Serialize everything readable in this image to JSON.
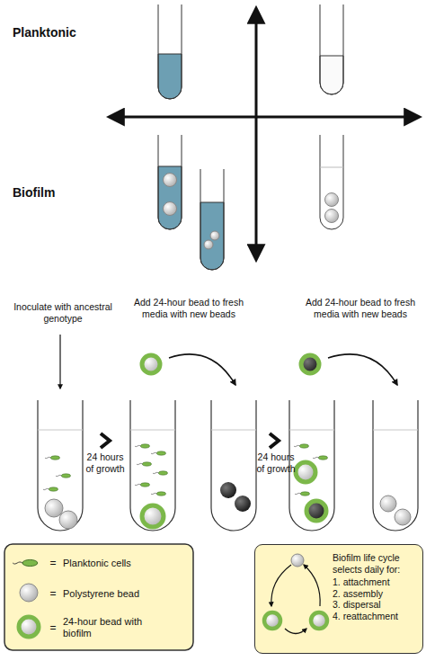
{
  "diagram": {
    "nodes": [
      {
        "text": [
          "Biofilm life cycle selects daily for:",
          "1. attachment",
          "2. assembly",
          "3. dispersal",
          "4. reattachment"
        ]
      }
    ],
    "labels": [
      "Planktonic",
      "Biofilm",
      "Inoculate with ancestral genotype",
      "Add 24-hour bead to fresh media with new beads",
      "24 hours of growth",
      "Add 24-hour bead to fresh media with new beads",
      "24 hours of growth",
      "=",
      "=",
      "="
    ],
    "legend": [
      {
        "text": "Planktonic cells"
      },
      {
        "text": "Polystyrene bead"
      },
      {
        "text": "24-hour bead with biofilm"
      }
    ]
  }
}
